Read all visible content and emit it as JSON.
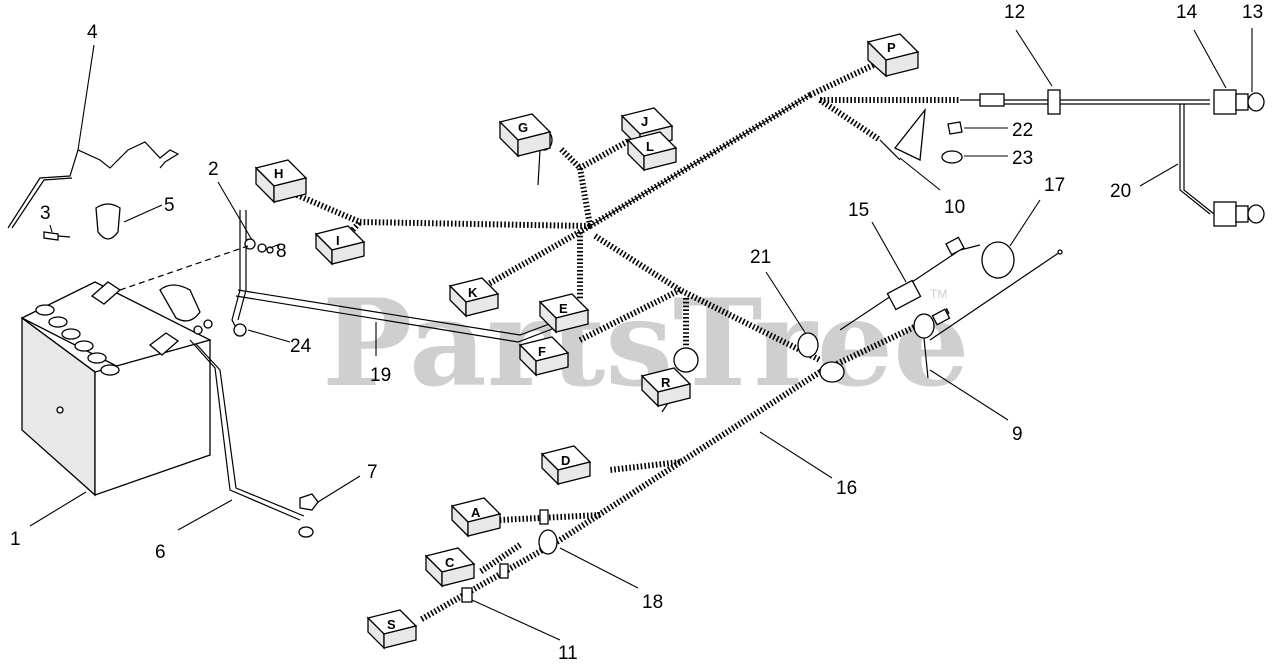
{
  "watermark": {
    "text": "PartsTree",
    "tm": "TM"
  },
  "callouts": [
    {
      "id": "1",
      "text": "1"
    },
    {
      "id": "2",
      "text": "2"
    },
    {
      "id": "3",
      "text": "3"
    },
    {
      "id": "4",
      "text": "4"
    },
    {
      "id": "5",
      "text": "5"
    },
    {
      "id": "6",
      "text": "6"
    },
    {
      "id": "7",
      "text": "7"
    },
    {
      "id": "8",
      "text": "8"
    },
    {
      "id": "9",
      "text": "9"
    },
    {
      "id": "10",
      "text": "10"
    },
    {
      "id": "11",
      "text": "11"
    },
    {
      "id": "12",
      "text": "12"
    },
    {
      "id": "13",
      "text": "13"
    },
    {
      "id": "14",
      "text": "14"
    },
    {
      "id": "15",
      "text": "15"
    },
    {
      "id": "16",
      "text": "16"
    },
    {
      "id": "17",
      "text": "17"
    },
    {
      "id": "18",
      "text": "18"
    },
    {
      "id": "19",
      "text": "19"
    },
    {
      "id": "20",
      "text": "20"
    },
    {
      "id": "21",
      "text": "21"
    },
    {
      "id": "22",
      "text": "22"
    },
    {
      "id": "23",
      "text": "23"
    },
    {
      "id": "24",
      "text": "24"
    }
  ],
  "connectors": [
    {
      "id": "P",
      "letter": "P"
    },
    {
      "id": "G",
      "letter": "G"
    },
    {
      "id": "J",
      "letter": "J"
    },
    {
      "id": "L",
      "letter": "L"
    },
    {
      "id": "H",
      "letter": "H"
    },
    {
      "id": "I",
      "letter": "I"
    },
    {
      "id": "K",
      "letter": "K"
    },
    {
      "id": "E",
      "letter": "E"
    },
    {
      "id": "F",
      "letter": "F"
    },
    {
      "id": "R",
      "letter": "R"
    },
    {
      "id": "D",
      "letter": "D"
    },
    {
      "id": "A",
      "letter": "A"
    },
    {
      "id": "C",
      "letter": "C"
    },
    {
      "id": "S",
      "letter": "S"
    }
  ]
}
